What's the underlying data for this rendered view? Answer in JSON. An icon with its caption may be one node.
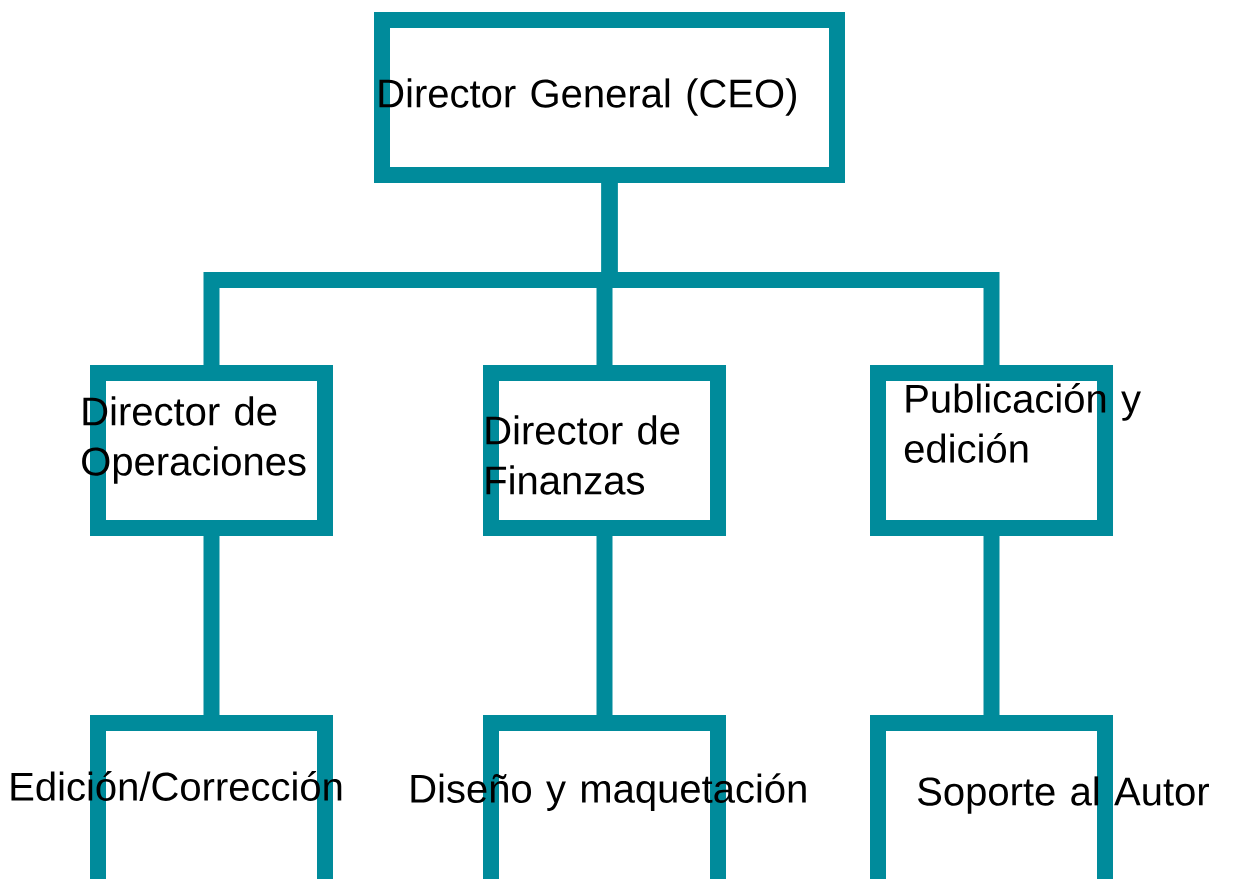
{
  "diagram": {
    "nodes": [
      {
        "text": [
          "Director General (CEO)"
        ]
      },
      {
        "text": [
          "Director de Operaciones"
        ]
      },
      {
        "text": [
          "Director de Finanzas"
        ]
      },
      {
        "text": [
          "Publicación y edición"
        ]
      },
      {
        "text": [
          "Edición/Corrección"
        ]
      },
      {
        "text": [
          "Diseño y maquetación"
        ]
      },
      {
        "text": [
          "Soporte al Autor"
        ]
      }
    ],
    "edges": [
      {
        "from": 0,
        "to": 1,
        "arrow": "none"
      },
      {
        "from": 0,
        "to": 2,
        "arrow": "none"
      },
      {
        "from": 0,
        "to": 3,
        "arrow": "none"
      },
      {
        "from": 1,
        "to": 4,
        "arrow": "none"
      },
      {
        "from": 2,
        "to": 5,
        "arrow": "none"
      },
      {
        "from": 3,
        "to": 6,
        "arrow": "none"
      }
    ]
  }
}
